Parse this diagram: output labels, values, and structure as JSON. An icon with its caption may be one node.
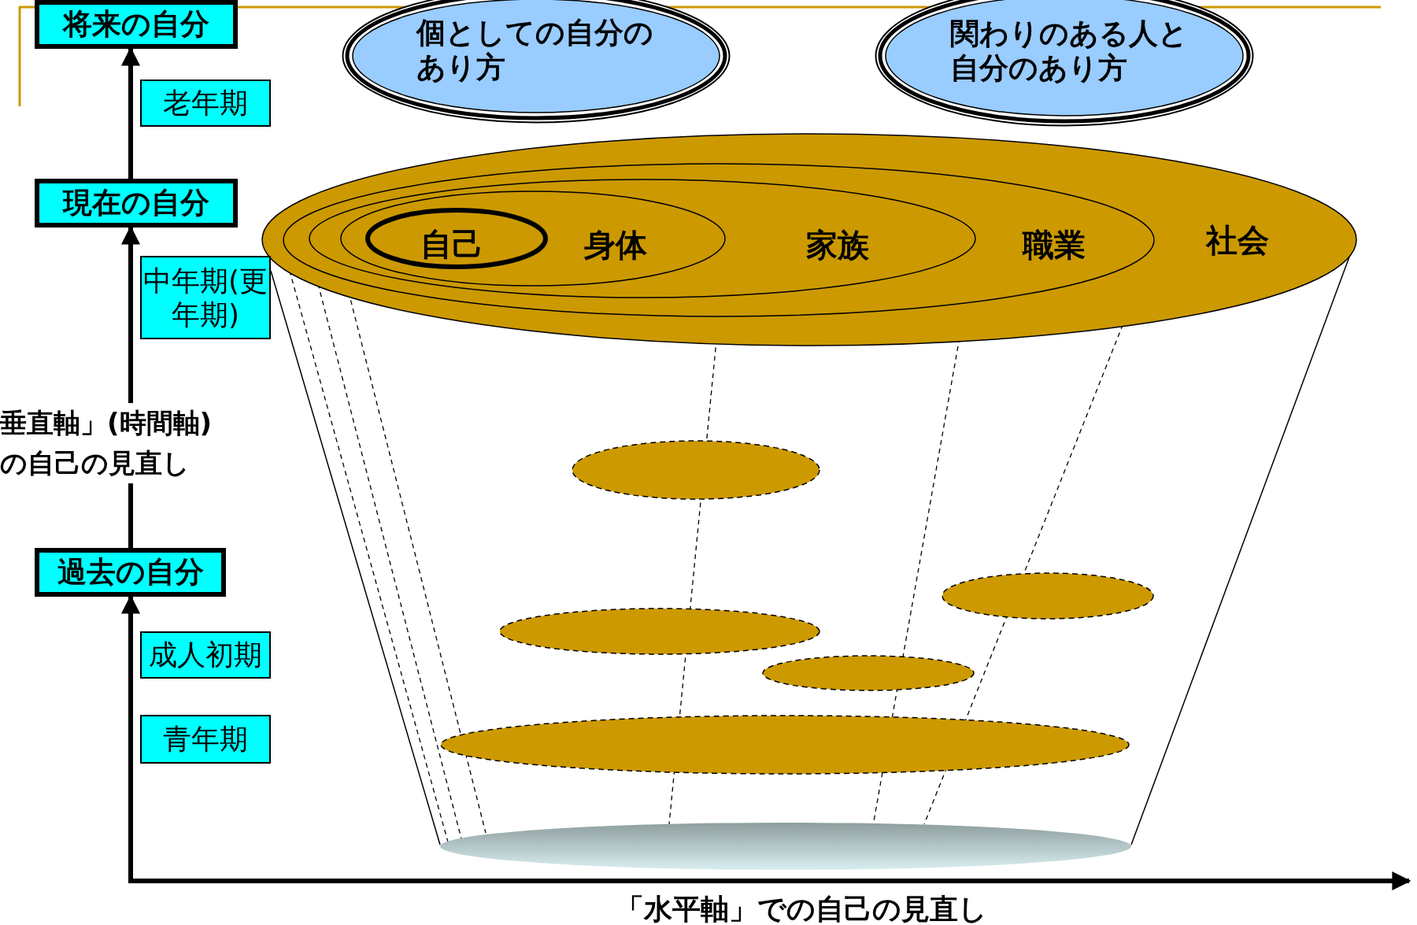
{
  "diagram": {
    "nodes": [
      {
        "text": [
          "将来の自分"
        ]
      },
      {
        "text": [
          "老年期"
        ]
      },
      {
        "text": [
          "個としての自分のあり方"
        ]
      },
      {
        "text": [
          "関わりのある人と自分のあり方"
        ]
      },
      {
        "text": [
          "現在の自分"
        ]
      },
      {
        "text": [
          "社会"
        ]
      },
      {
        "text": [
          "職業"
        ],
        "in": 5
      },
      {
        "text": [
          "家族"
        ],
        "in": 6
      },
      {
        "text": [
          "身体"
        ],
        "in": 7
      },
      {
        "text": [
          "自己"
        ],
        "in": 8
      },
      {
        "text": [
          "中年期(更年期)"
        ]
      },
      {
        "text": [],
        "shape": "ellipse"
      },
      {
        "text": [],
        "shape": "ellipse"
      },
      {
        "text": [],
        "shape": "ellipse"
      },
      {
        "text": [],
        "shape": "ellipse"
      },
      {
        "text": [],
        "shape": "ellipse"
      },
      {
        "text": [
          "過去の自分"
        ]
      },
      {
        "text": [
          "成人初期"
        ]
      },
      {
        "text": [
          "青年期"
        ]
      },
      {
        "text": [],
        "shape": "ellipse"
      }
    ],
    "edges": [
      {
        "from": null,
        "to": 16,
        "arrow": "both"
      },
      {
        "from": 16,
        "to": 4,
        "arrow": "to"
      },
      {
        "from": 4,
        "to": 0,
        "arrow": "to"
      }
    ],
    "labels": [
      "垂直軸」(時間軸)の自己の見直し",
      "「水平軸」での自己の見直し"
    ]
  }
}
